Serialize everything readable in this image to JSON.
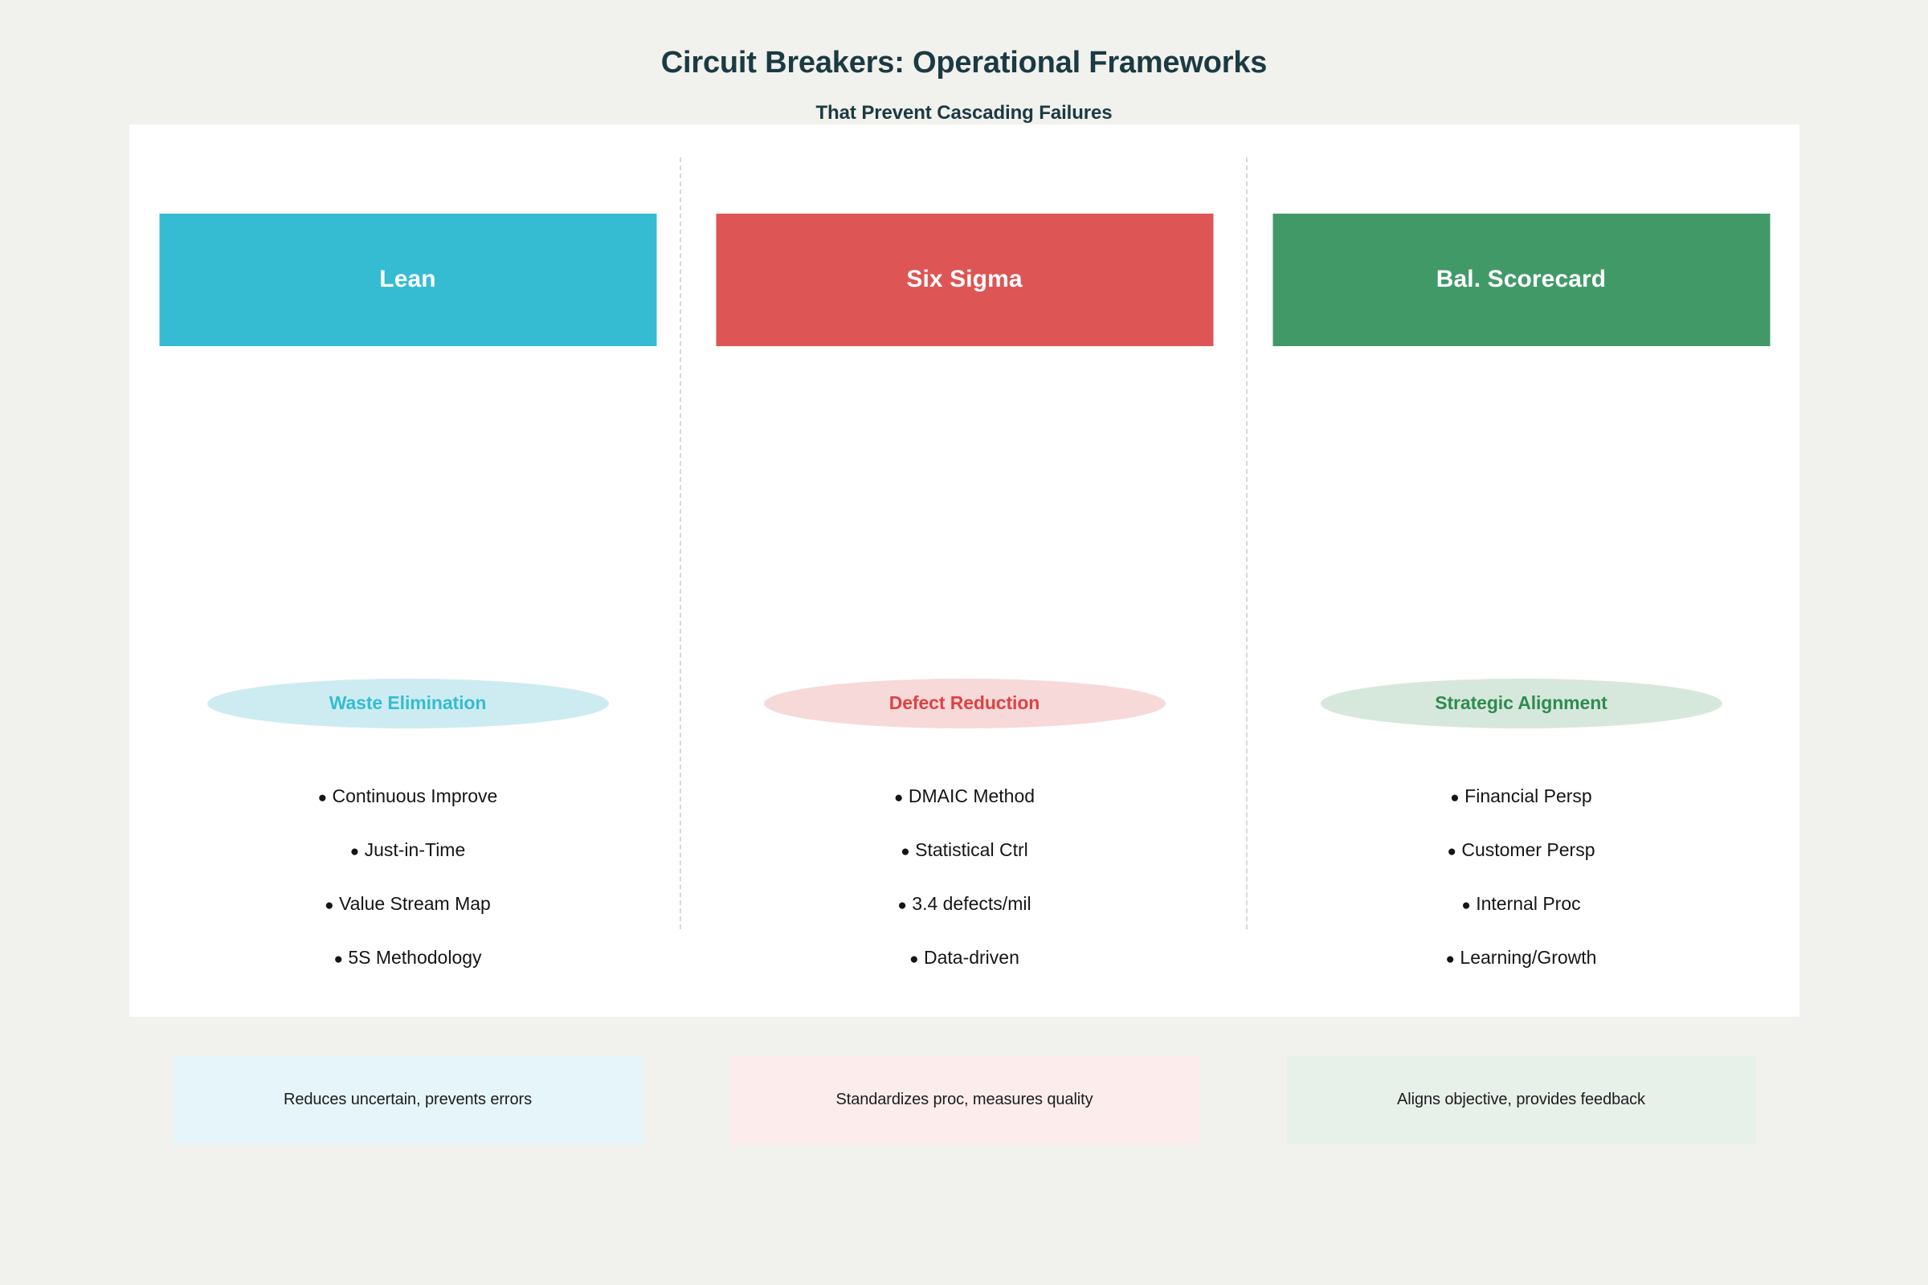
{
  "header": {
    "title": "Circuit Breakers: Operational Frameworks",
    "subtitle": "That Prevent Cascading Failures"
  },
  "theme": {
    "page_background": "#f1f1ed",
    "panel_background": "#ffffff",
    "title_color": "#1b3a42",
    "divider_color": "#d8d8d6",
    "bullet_text_color": "#151515"
  },
  "columns": [
    {
      "name": "Lean",
      "accent": "#35bcd2",
      "header_bg": "#35bcd2",
      "header_text_color": "#ffffff",
      "ellipse": {
        "label": "Waste Elimination",
        "bg": "#cdecf1",
        "text_color": "#35bcd2"
      },
      "bullets": [
        "Continuous Improve",
        "Just-in-Time",
        "Value Stream Map",
        "5S Methodology"
      ],
      "footer": {
        "text": "Reduces uncertain, prevents errors",
        "bg": "#e6f5f9"
      }
    },
    {
      "name": "Six Sigma",
      "accent": "#dd5555",
      "header_bg": "#dd5555",
      "header_text_color": "#ffffff",
      "ellipse": {
        "label": "Defect Reduction",
        "bg": "#f7d9da",
        "text_color": "#dd4242"
      },
      "bullets": [
        "DMAIC Method",
        "Statistical Ctrl",
        "3.4 defects/mil",
        "Data-driven"
      ],
      "footer": {
        "text": "Standardizes proc, measures quality",
        "bg": "#fcecec"
      }
    },
    {
      "name": "Bal. Scorecard",
      "accent": "#429968",
      "header_bg": "#429968",
      "header_text_color": "#ffffff",
      "ellipse": {
        "label": "Strategic Alignment",
        "bg": "#d6e8db",
        "text_color": "#2f8a55"
      },
      "bullets": [
        "Financial Persp",
        "Customer Persp",
        "Internal Proc",
        "Learning/Growth"
      ],
      "footer": {
        "text": "Aligns objective, provides feedback",
        "bg": "#e8f0ea"
      }
    }
  ],
  "bullet_glyph": "●"
}
